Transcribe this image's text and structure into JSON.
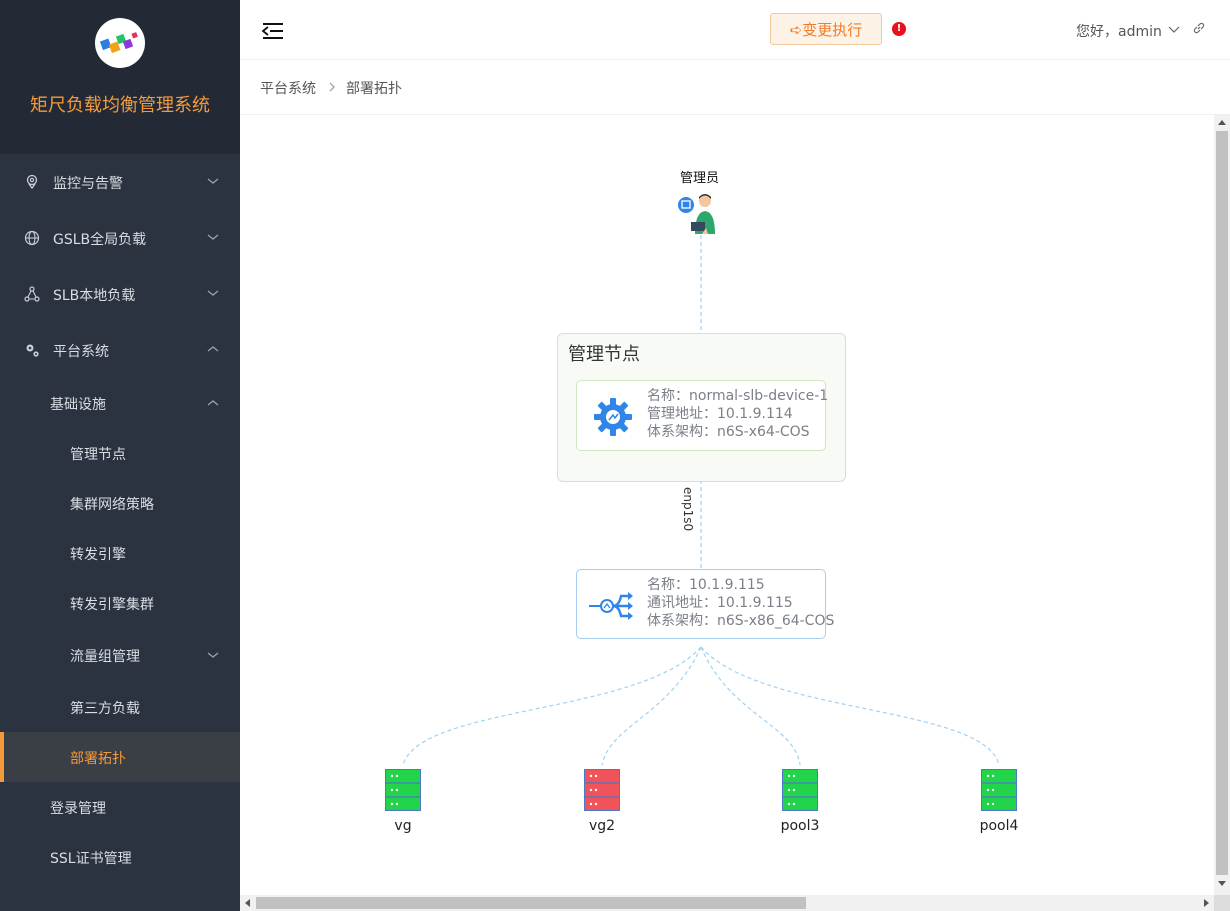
{
  "brand": {
    "title": "矩尺负载均衡管理系统"
  },
  "colors": {
    "accent": "#f59a3a",
    "sidebar_bg": "#2b3340",
    "alert": "#e8101a",
    "pool_ok": "#22d44a",
    "pool_bad": "#f0545a"
  },
  "sidebar": {
    "items": [
      {
        "label": "监控与告警",
        "icon": "location-pin-icon",
        "chevron": "down"
      },
      {
        "label": "GSLB全局负载",
        "icon": "globe-icon",
        "chevron": "down"
      },
      {
        "label": "SLB本地负载",
        "icon": "network-nodes-icon",
        "chevron": "down"
      },
      {
        "label": "平台系统",
        "icon": "gears-icon",
        "chevron": "up"
      }
    ],
    "sub": {
      "infra_label": "基础设施",
      "infra_items": [
        "管理节点",
        "集群网络策略",
        "转发引擎",
        "转发引擎集群",
        "流量组管理",
        "第三方负载",
        "部署拓扑"
      ],
      "other_items": [
        "登录管理",
        "SSL证书管理"
      ]
    }
  },
  "header": {
    "change_button": "➪变更执行",
    "alert_mark": "!",
    "greeting": "您好，admin"
  },
  "breadcrumb": {
    "root": "平台系统",
    "current": "部署拓扑"
  },
  "topology": {
    "admin_label": "管理员",
    "mgmt_group_title": "管理节点",
    "mgmt_node": {
      "name": "名称：normal-slb-device-1",
      "address": "管理地址：10.1.9.114",
      "arch": "体系架构：n6S-x64-COS"
    },
    "edge_label": "enp1s0",
    "engine_node": {
      "name": "名称：10.1.9.115",
      "address": "通讯地址：10.1.9.115",
      "arch": "体系架构：n6S-x86_64-COS"
    },
    "pools": [
      {
        "label": "vg",
        "status": "ok"
      },
      {
        "label": "vg2",
        "status": "bad"
      },
      {
        "label": "pool3",
        "status": "ok"
      },
      {
        "label": "pool4",
        "status": "ok"
      }
    ]
  }
}
